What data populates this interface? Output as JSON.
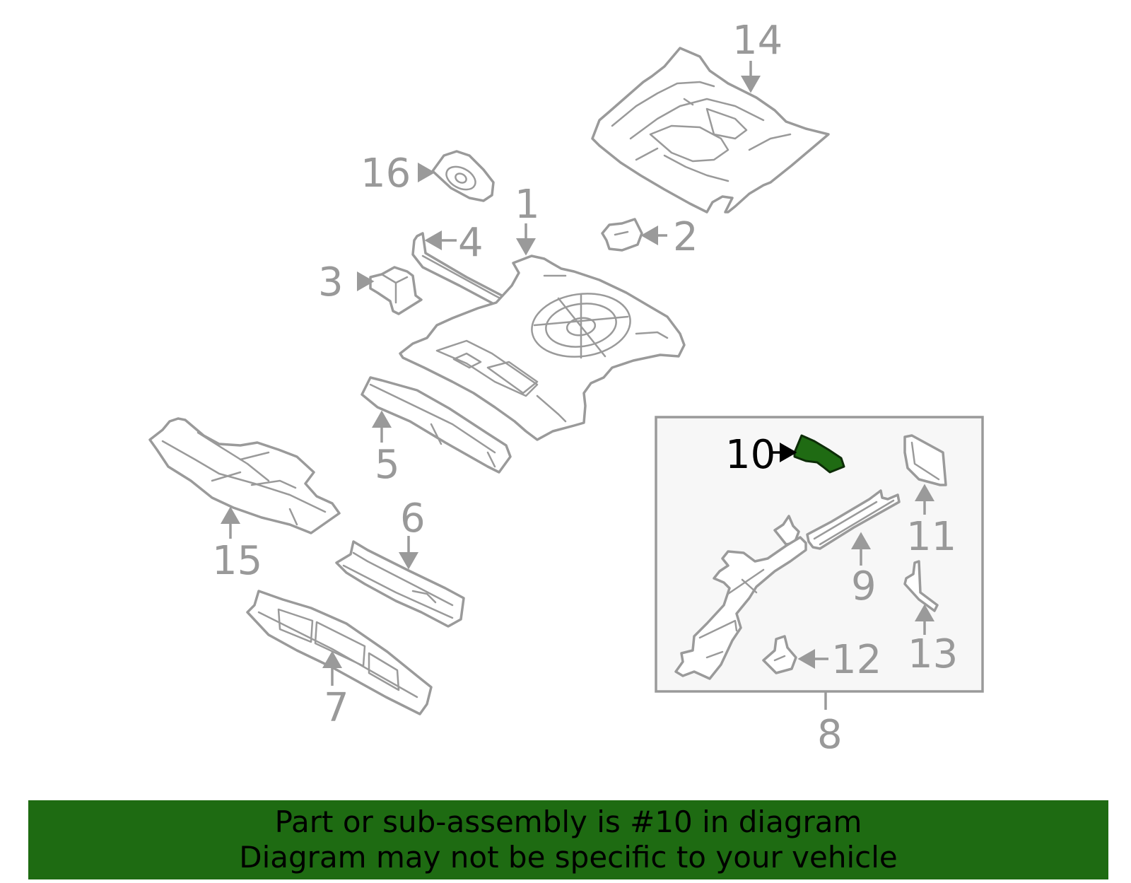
{
  "callouts": {
    "c1": "1",
    "c2": "2",
    "c3": "3",
    "c4": "4",
    "c5": "5",
    "c6": "6",
    "c7": "7",
    "c8": "8",
    "c9": "9",
    "c10": "10",
    "c11": "11",
    "c12": "12",
    "c13": "13",
    "c14": "14",
    "c15": "15",
    "c16": "16"
  },
  "highlighted_part": "10",
  "colors": {
    "highlight_fill": "#1f6b13",
    "banner_background": "#1e6b12",
    "line_art": "#9a9a9a"
  },
  "banner": {
    "line1": "Part or sub-assembly is #10 in diagram",
    "line2": "Diagram may not be specific to your vehicle"
  }
}
